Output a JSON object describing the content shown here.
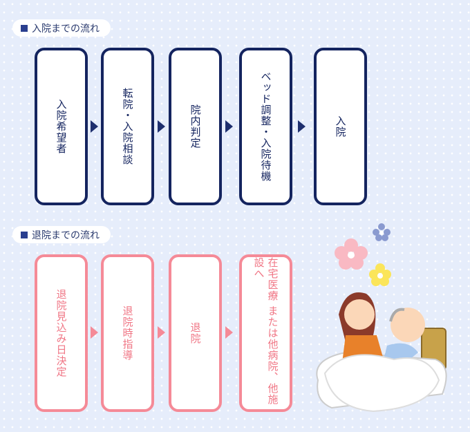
{
  "admission": {
    "heading": "入院までの流れ",
    "steps": [
      "入院希望者",
      "転院・入院相談",
      "院内判定",
      "ベッド調整・入院待機",
      "入院"
    ]
  },
  "discharge": {
    "heading": "退院までの流れ",
    "steps": [
      "退院見込み日決定",
      "退院時指導",
      "退院",
      "在宅医療 または他病院、他施設へ"
    ]
  },
  "colors": {
    "navy": "#14245f",
    "pink": "#f58a97",
    "background": "#e6edfb"
  }
}
